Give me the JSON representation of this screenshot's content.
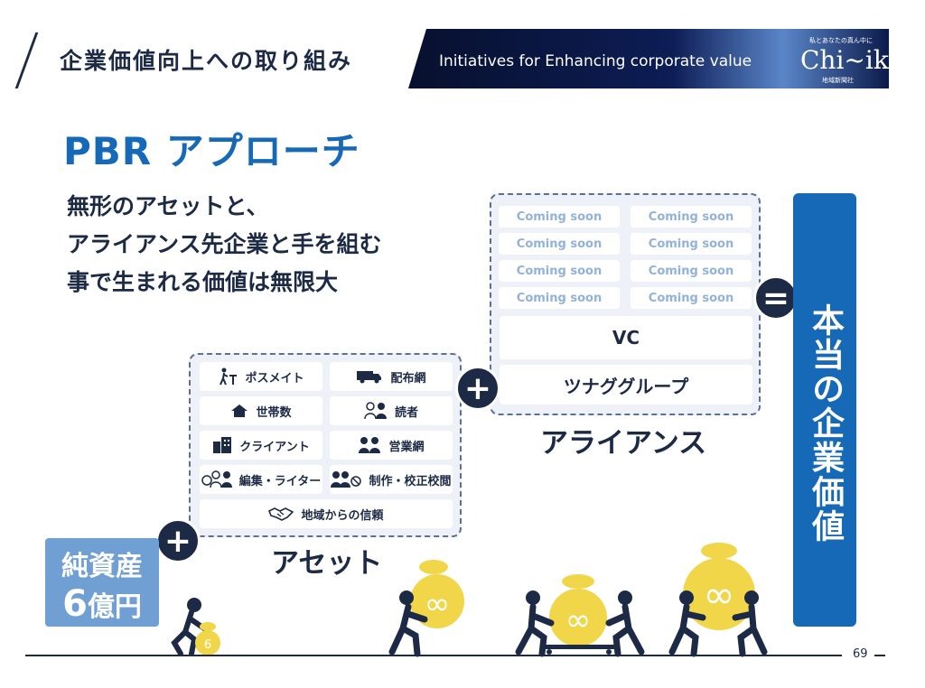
{
  "header": {
    "title": "企業価値向上への取り組み",
    "banner_text": "Initiatives for Enhancing corporate value",
    "logo_tagline": "私とあなたの真ん中に",
    "logo_text": "Chi~iki",
    "logo_sub": "地域新聞社"
  },
  "heading": "PBR アプローチ",
  "tagline": {
    "line1": "無形のアセットと、",
    "line2": "アライアンス先企業と手を組む",
    "line3": "事で生まれる価値は無限大"
  },
  "alliance": {
    "coming_soon": [
      "Coming soon",
      "Coming soon",
      "Coming soon",
      "Coming soon",
      "Coming soon",
      "Coming soon",
      "Coming soon",
      "Coming soon"
    ],
    "vc": "VC",
    "group": "ツナググループ",
    "label": "アライアンス"
  },
  "assets": {
    "items": [
      "ポスメイト",
      "配布網",
      "世帯数",
      "読者",
      "クライアント",
      "営業網",
      "編集・ライター",
      "制作・校正校閲"
    ],
    "wide_item": "地域からの信頼",
    "label": "アセット"
  },
  "signs": {
    "plus": "+",
    "equals": "="
  },
  "result": "本当の企業価値",
  "net_assets": {
    "label": "純資産",
    "amount": "6",
    "unit": "億円"
  },
  "bag_small": "6",
  "bag_infinity": "∞",
  "page_number": "69",
  "colors": {
    "navy": "#1d2a45",
    "blue": "#1569b6",
    "light_blue": "#6f9fd3",
    "gold": "#f2d649"
  }
}
